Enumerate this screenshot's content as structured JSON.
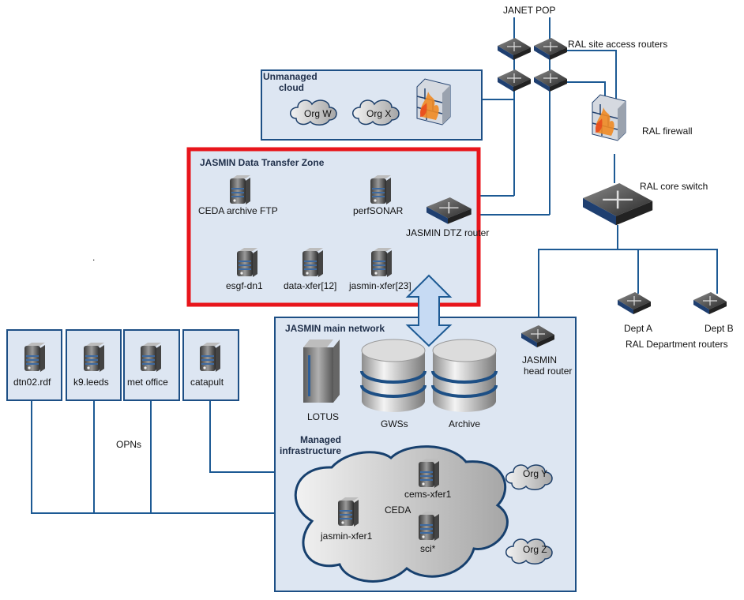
{
  "title": "JASMIN network diagram",
  "colors": {
    "wire": "#1d5a94",
    "zone_fill": "#dde6f2",
    "zone_border": "#1d4f85",
    "dtz_border": "#e8151b",
    "arrow_fill": "#c6daf3",
    "flame_orange": "#f08a24"
  },
  "top": {
    "janet_pop": "JANET POP",
    "site_access_routers": "RAL site access routers",
    "firewall": "RAL firewall",
    "core_switch": "RAL core switch"
  },
  "unmanaged_cloud": {
    "title_line1": "Unmanaged",
    "title_line2": "cloud",
    "orgs": [
      "Org W",
      "Org X"
    ]
  },
  "dtz": {
    "title": "JASMIN Data Transfer Zone",
    "servers": [
      "CEDA archive FTP",
      "perfSONAR",
      "esgf-dn1",
      "data-xfer[12]",
      "jasmin-xfer[23]"
    ],
    "router": "JASMIN DTZ router"
  },
  "departments": {
    "routers": [
      "Dept A",
      "Dept B"
    ],
    "caption": "RAL Department routers"
  },
  "main_network": {
    "title": "JASMIN main network",
    "head_router_line1": "JASMIN",
    "head_router_line2": "head router",
    "lotus": "LOTUS",
    "gwss": "GWSs",
    "archive": "Archive",
    "managed_line1": "Managed",
    "managed_line2": "infrastructure",
    "ceda_cloud": "CEDA",
    "ceda_servers": [
      "cems-xfer1",
      "jasmin-xfer1",
      "sci*"
    ],
    "orgs": [
      "Org Y",
      "Org Z"
    ]
  },
  "opns": {
    "label": "OPNs",
    "sites": [
      "dtn02.rdf",
      "k9.leeds",
      "met office",
      "catapult"
    ]
  },
  "stray_mark": "."
}
